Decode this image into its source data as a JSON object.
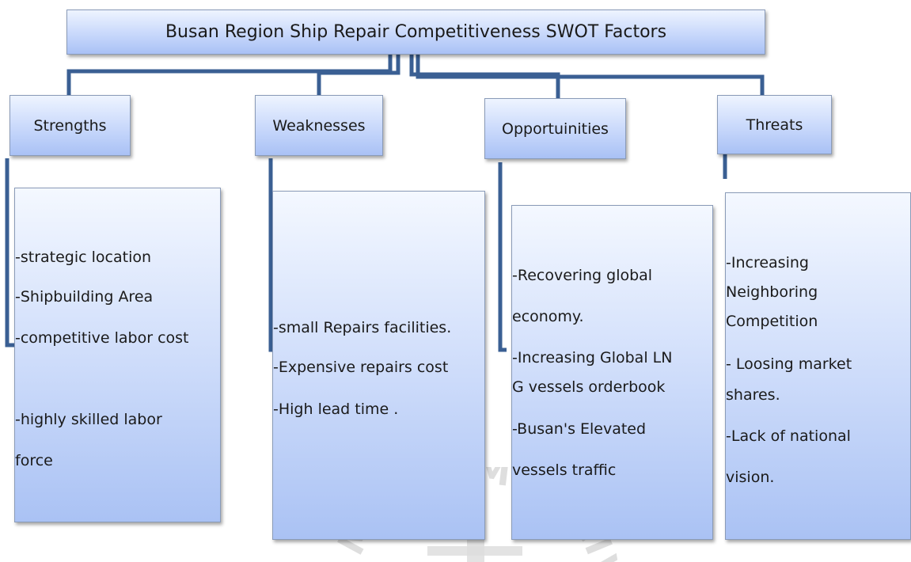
{
  "title": "Busan Region Ship Repair Competitiveness SWOT Factors",
  "categories": [
    {
      "label": "Strengths",
      "items": [
        "-strategic location",
        "-Shipbuilding Area",
        "-competitive labor cost",
        "-highly skilled labor",
        "force"
      ]
    },
    {
      "label": "Weaknesses",
      "items": [
        "-small  Repairs facilities.",
        "-Expensive repairs cost",
        "-High lead time ."
      ]
    },
    {
      "label": "Opportuinities",
      "items": [
        "-Recovering global",
        "economy.",
        "-Increasing Global LN",
        "G vessels orderbook",
        "-Busan's Elevated",
        "vessels traffic"
      ]
    },
    {
      "label": "Threats",
      "items": [
        "-Increasing",
        "Neighboring",
        "Competition",
        "- Loosing market",
        "shares.",
        "-Lack of national",
        "vision."
      ]
    }
  ],
  "watermark": "MARITIME UNIV",
  "colors": {
    "connector": "#3a5f93",
    "box_border": "#8a9bb8"
  }
}
